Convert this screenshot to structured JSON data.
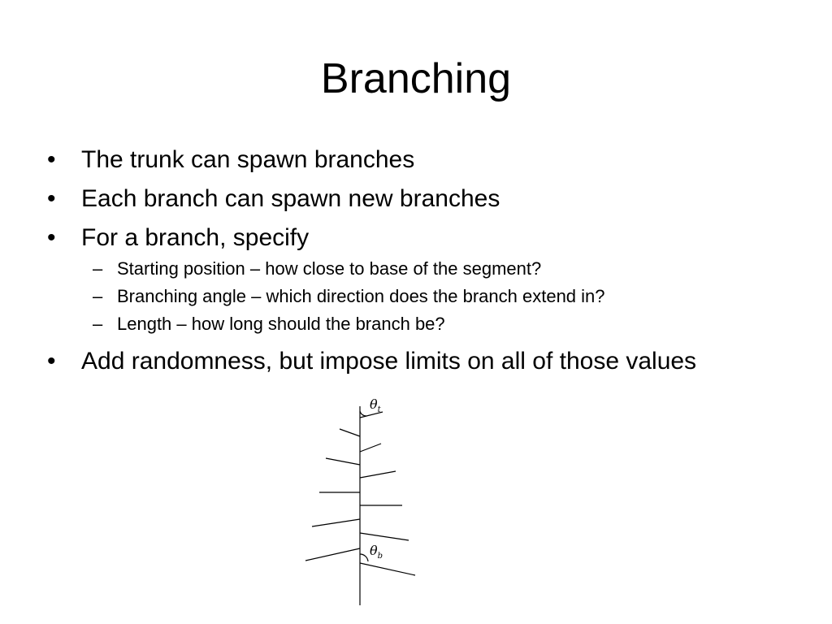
{
  "slide": {
    "title": "Branching",
    "bullets": [
      {
        "text": "The trunk can spawn branches"
      },
      {
        "text": "Each branch can spawn new branches"
      },
      {
        "text": "For a branch, specify",
        "sub": [
          "Starting position – how close to base of the segment?",
          "Branching angle – which direction does the branch extend in?",
          "Length – how long should the branch be?"
        ]
      },
      {
        "text": "Add randomness, but impose limits on all of those values"
      }
    ],
    "bullet_marker": "•",
    "sub_marker": "–"
  },
  "figure": {
    "theta_top": {
      "symbol": "θ",
      "subscript": "t"
    },
    "theta_bottom": {
      "symbol": "θ",
      "subscript": "b"
    }
  }
}
